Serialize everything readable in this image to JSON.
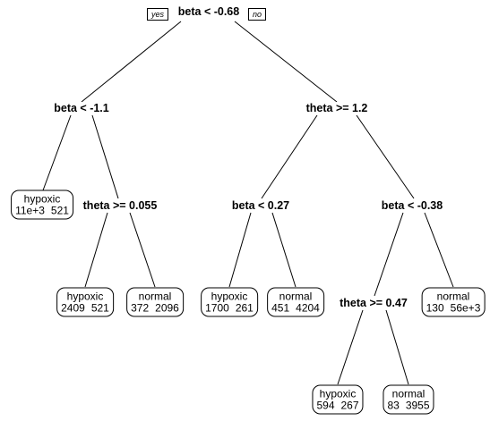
{
  "tree": {
    "yes_label": "yes",
    "no_label": "no",
    "splits": {
      "root": "beta < -0.68",
      "left": "beta < -1.1",
      "left_right": "theta >= 0.055",
      "right": "theta >= 1.2",
      "right_left": "beta < 0.27",
      "right_right": "beta < -0.38",
      "right_right_left": "theta >= 0.47"
    },
    "leaves": {
      "left_left": {
        "cls": "hypoxic",
        "n1": "11e+3",
        "n2": "521"
      },
      "left_right_left": {
        "cls": "hypoxic",
        "n1": "2409",
        "n2": "521"
      },
      "left_right_right": {
        "cls": "normal",
        "n1": "372",
        "n2": "2096"
      },
      "right_left_left": {
        "cls": "hypoxic",
        "n1": "1700",
        "n2": "261"
      },
      "right_left_right": {
        "cls": "normal",
        "n1": "451",
        "n2": "4204"
      },
      "right_right_left_left": {
        "cls": "hypoxic",
        "n1": "594",
        "n2": "267"
      },
      "right_right_left_right": {
        "cls": "normal",
        "n1": "83",
        "n2": "3955"
      },
      "right_right_right": {
        "cls": "normal",
        "n1": "130",
        "n2": "56e+3"
      }
    }
  }
}
